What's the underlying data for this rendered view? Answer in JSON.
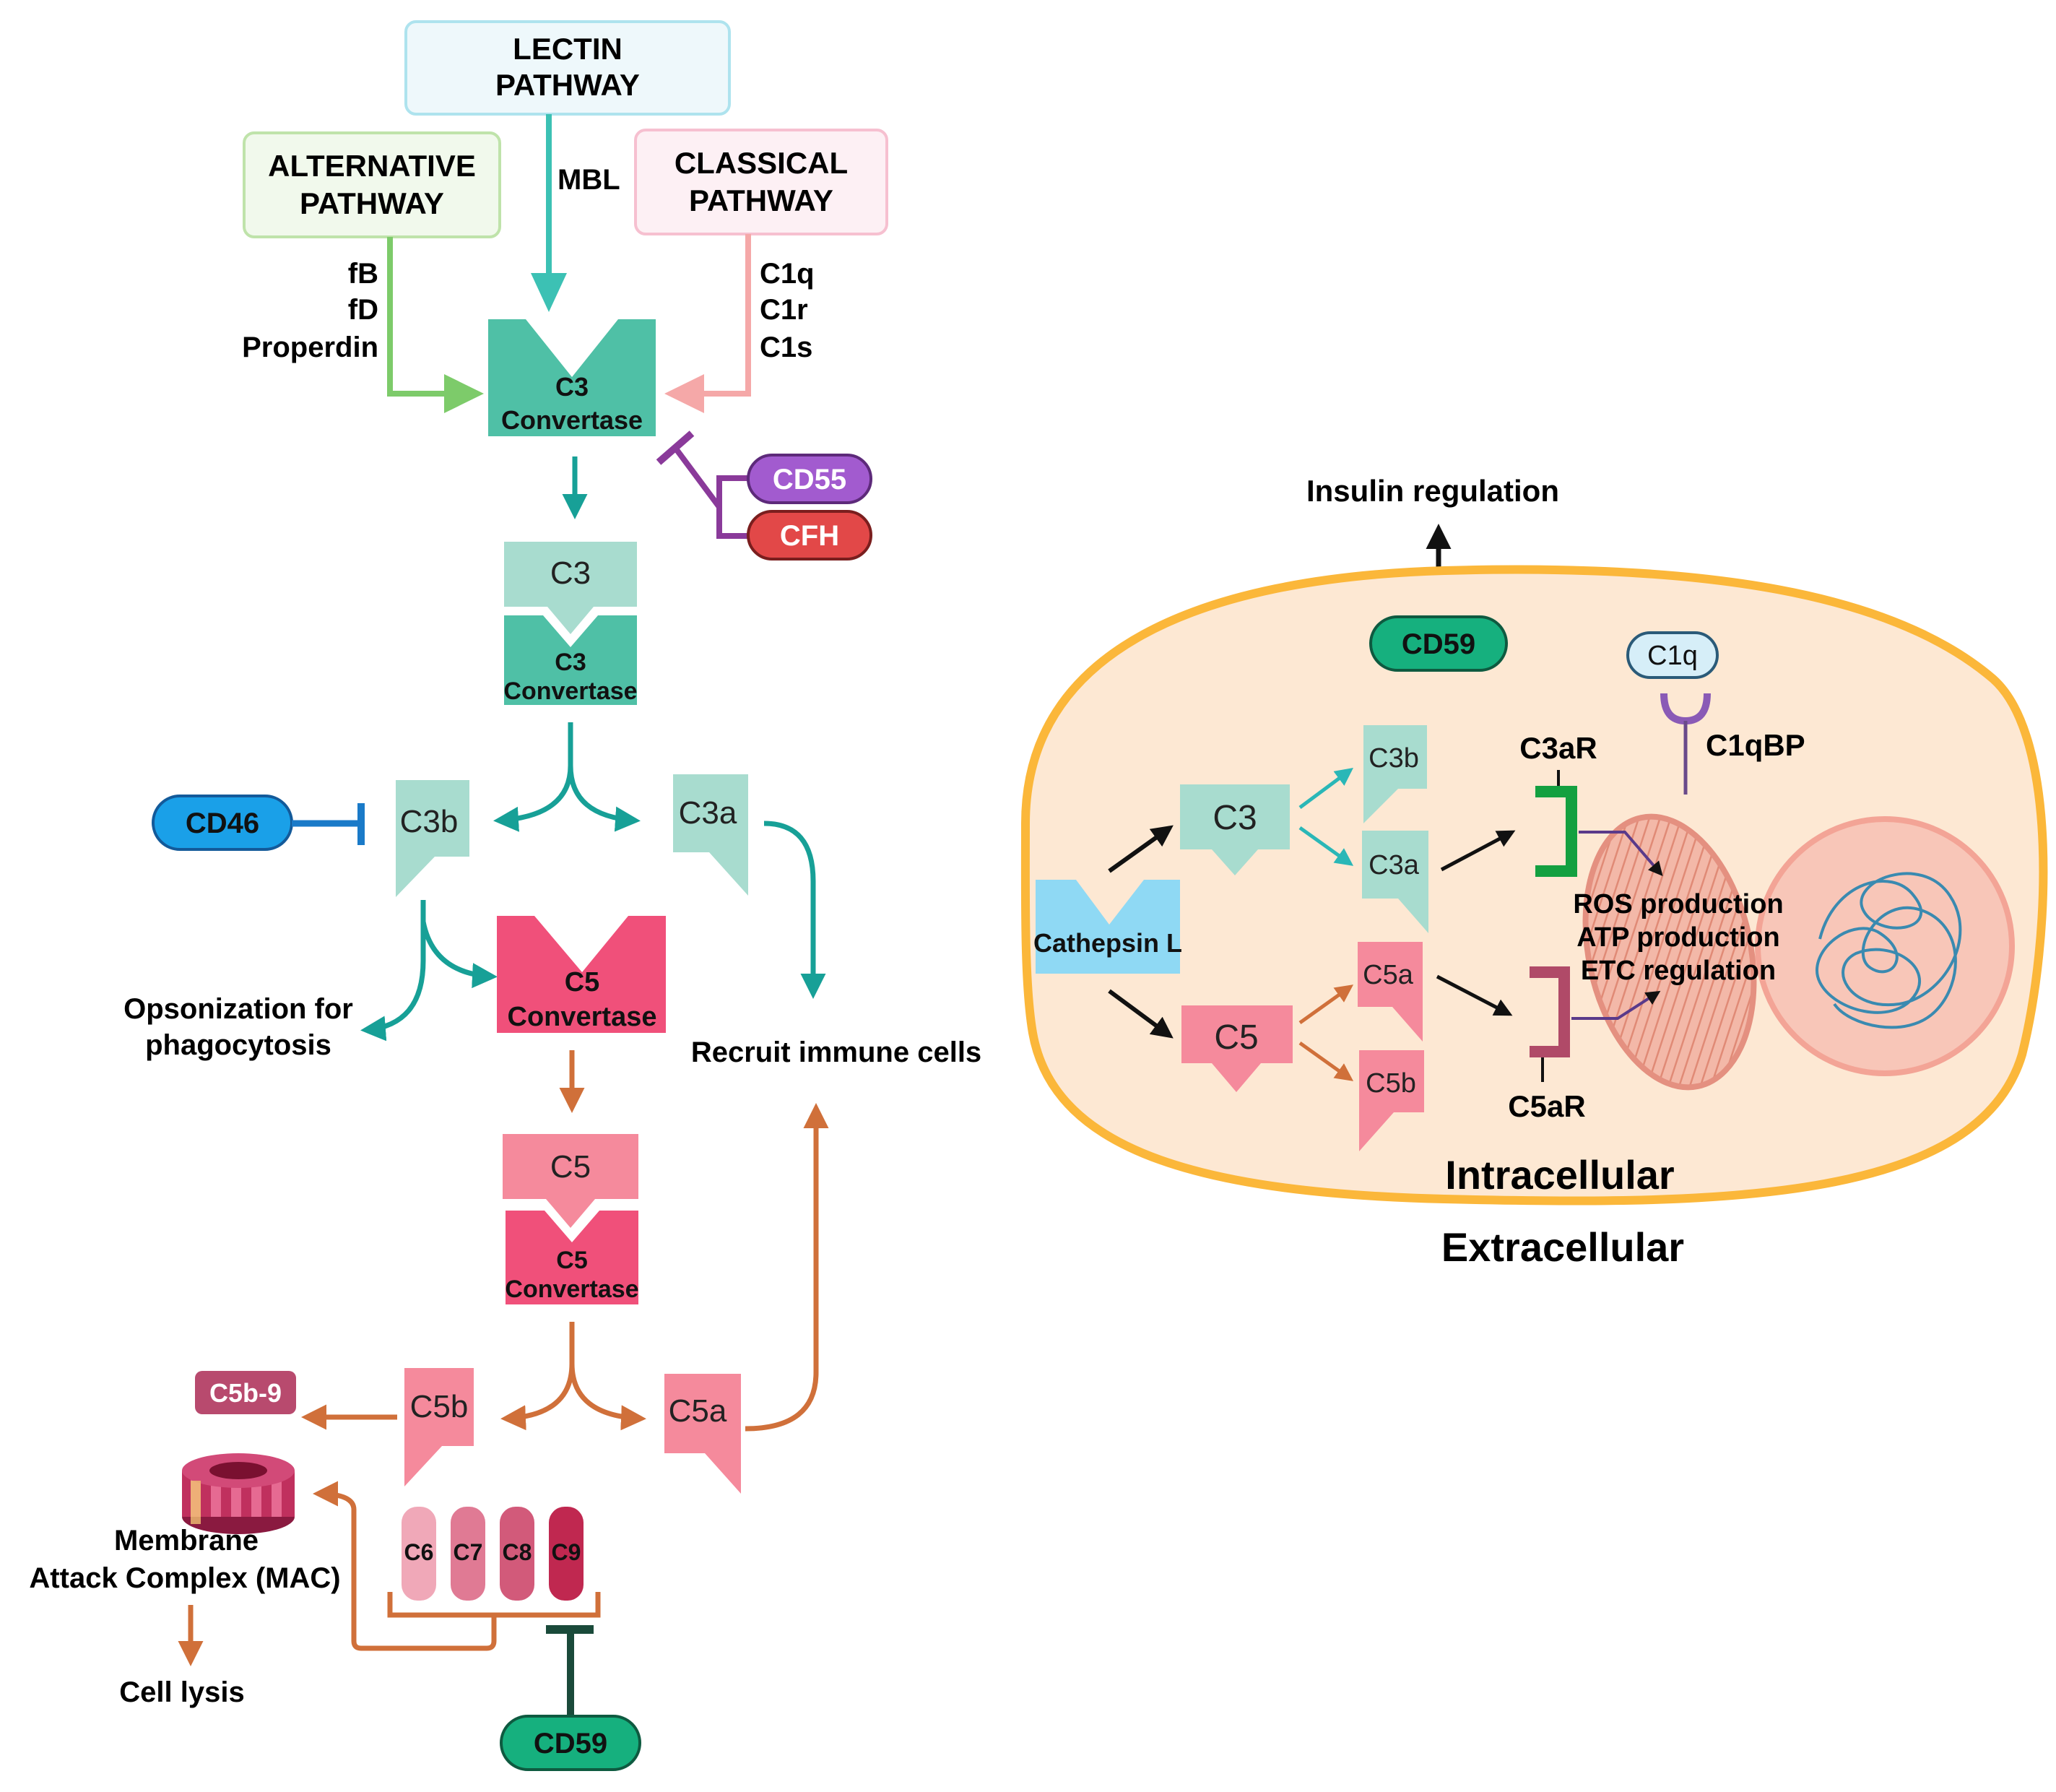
{
  "pathways": {
    "lectin": [
      "LECTIN",
      "PATHWAY"
    ],
    "alternative": [
      "ALTERNATIVE",
      "PATHWAY"
    ],
    "classical": [
      "CLASSICAL",
      "PATHWAY"
    ],
    "mbl": "MBL",
    "alt_factors": [
      "fB",
      "fD",
      "Properdin"
    ],
    "classical_factors": [
      "C1q",
      "C1r",
      "C1s"
    ]
  },
  "cascade": {
    "c3_convertase": [
      "C3",
      "Convertase"
    ],
    "cd55": "CD55",
    "cfh": "CFH",
    "c3": "C3",
    "c3b": "C3b",
    "c3a": "C3a",
    "cd46": "CD46",
    "c5_convertase": [
      "C5",
      "Convertase"
    ],
    "c5": "C5",
    "c5b": "C5b",
    "c5a": "C5a",
    "opsonization": [
      "Opsonization for",
      "phagocytosis"
    ],
    "recruit": "Recruit immune cells",
    "c5b9": "C5b-9",
    "mac": [
      "Membrane",
      "Attack Complex (MAC)"
    ],
    "cell_lysis": "Cell lysis",
    "terminal": [
      "C6",
      "C7",
      "C8",
      "C9"
    ],
    "cd59": "CD59"
  },
  "intracellular": {
    "insulin": "Insulin regulation",
    "cd59": "CD59",
    "cathepsin": "Cathepsin L",
    "c3": "C3",
    "c5": "C5",
    "c3b": "C3b",
    "c3a": "C3a",
    "c5a": "C5a",
    "c5b": "C5b",
    "c3ar": "C3aR",
    "c5ar": "C5aR",
    "c1q": "C1q",
    "c1qbp": "C1qBP",
    "effects": [
      "ROS production",
      "ATP production",
      "ETC regulation"
    ],
    "intracellular_label": "Intracellular",
    "extracellular_label": "Extracellular"
  },
  "colors": {
    "teal": "#17a097",
    "teal_light": "#a8dccf",
    "teal_box": "#4fc0a6",
    "pink": "#f0507a",
    "pink_light": "#f58a9c",
    "orange": "#d0703a",
    "green": "#22b07a",
    "cell_fill": "#fde8d3",
    "cell_border": "#fbb73a"
  }
}
